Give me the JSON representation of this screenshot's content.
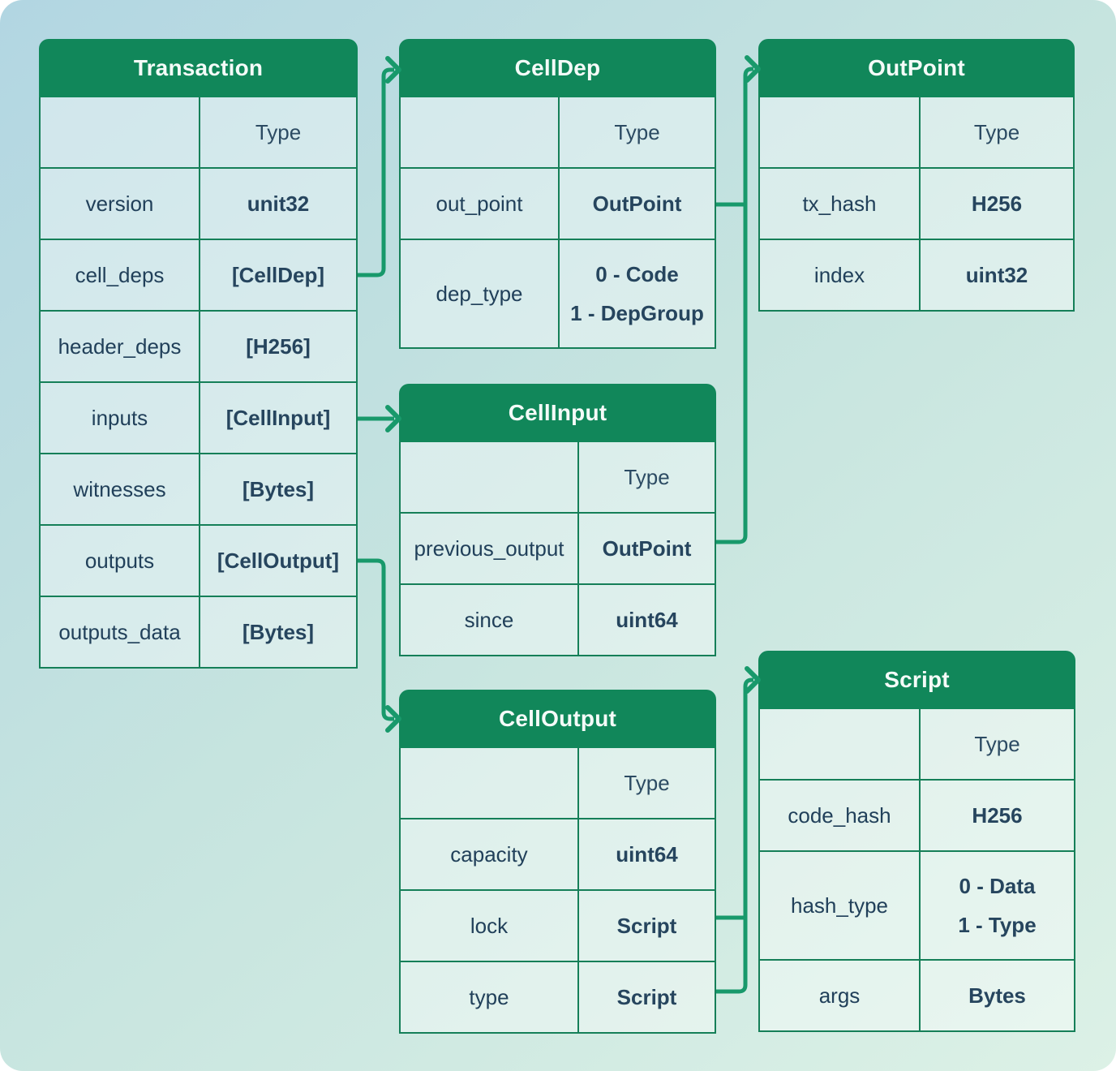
{
  "palette": {
    "header_green": "#11875A",
    "border_green": "#157F58",
    "connector_green": "#18996B",
    "header_text": "#F4FBF8",
    "field_text": "#21405A",
    "value_text": "#26455E",
    "type_label_text": "#2C4B63",
    "cell_fill": "rgba(255,255,255,0.38)",
    "bg_gradient_start": "#B2D6E2",
    "bg_gradient_mid": "#C6E4DF",
    "bg_gradient_end": "#DCF1E6"
  },
  "tables": [
    {
      "id": "transaction",
      "title": "Transaction",
      "type_label": "Type",
      "fields": [
        {
          "name": "version",
          "type_lines": [
            "unit32"
          ]
        },
        {
          "name": "cell_deps",
          "type_lines": [
            "[CellDep]"
          ]
        },
        {
          "name": "header_deps",
          "type_lines": [
            "[H256]"
          ]
        },
        {
          "name": "inputs",
          "type_lines": [
            "[CellInput]"
          ]
        },
        {
          "name": "witnesses",
          "type_lines": [
            "[Bytes]"
          ]
        },
        {
          "name": "outputs",
          "type_lines": [
            "[CellOutput]"
          ]
        },
        {
          "name": "outputs_data",
          "type_lines": [
            "[Bytes]"
          ]
        }
      ]
    },
    {
      "id": "celldep",
      "title": "CellDep",
      "type_label": "Type",
      "fields": [
        {
          "name": "out_point",
          "type_lines": [
            "OutPoint"
          ]
        },
        {
          "name": "dep_type",
          "type_lines": [
            "0 - Code",
            "1 - DepGroup"
          ]
        }
      ]
    },
    {
      "id": "outpoint",
      "title": "OutPoint",
      "type_label": "Type",
      "fields": [
        {
          "name": "tx_hash",
          "type_lines": [
            "H256"
          ]
        },
        {
          "name": "index",
          "type_lines": [
            "uint32"
          ]
        }
      ]
    },
    {
      "id": "cellinput",
      "title": "CellInput",
      "type_label": "Type",
      "fields": [
        {
          "name": "previous_output",
          "type_lines": [
            "OutPoint"
          ]
        },
        {
          "name": "since",
          "type_lines": [
            "uint64"
          ]
        }
      ]
    },
    {
      "id": "celloutput",
      "title": "CellOutput",
      "type_label": "Type",
      "fields": [
        {
          "name": "capacity",
          "type_lines": [
            "uint64"
          ]
        },
        {
          "name": "lock",
          "type_lines": [
            "Script"
          ]
        },
        {
          "name": "type",
          "type_lines": [
            "Script"
          ]
        }
      ]
    },
    {
      "id": "script",
      "title": "Script",
      "type_label": "Type",
      "fields": [
        {
          "name": "code_hash",
          "type_lines": [
            "H256"
          ]
        },
        {
          "name": "hash_type",
          "type_lines": [
            "0 - Data",
            "1 - Type"
          ]
        },
        {
          "name": "args",
          "type_lines": [
            "Bytes"
          ]
        }
      ]
    }
  ],
  "relations": [
    {
      "from": "Transaction.cell_deps",
      "to": "CellDep"
    },
    {
      "from": "Transaction.inputs",
      "to": "CellInput"
    },
    {
      "from": "Transaction.outputs",
      "to": "CellOutput"
    },
    {
      "from": "CellDep.out_point",
      "to": "OutPoint"
    },
    {
      "from": "CellInput.previous_output",
      "to": "OutPoint"
    },
    {
      "from": "CellOutput.lock",
      "to": "Script"
    },
    {
      "from": "CellOutput.type",
      "to": "Script"
    }
  ]
}
